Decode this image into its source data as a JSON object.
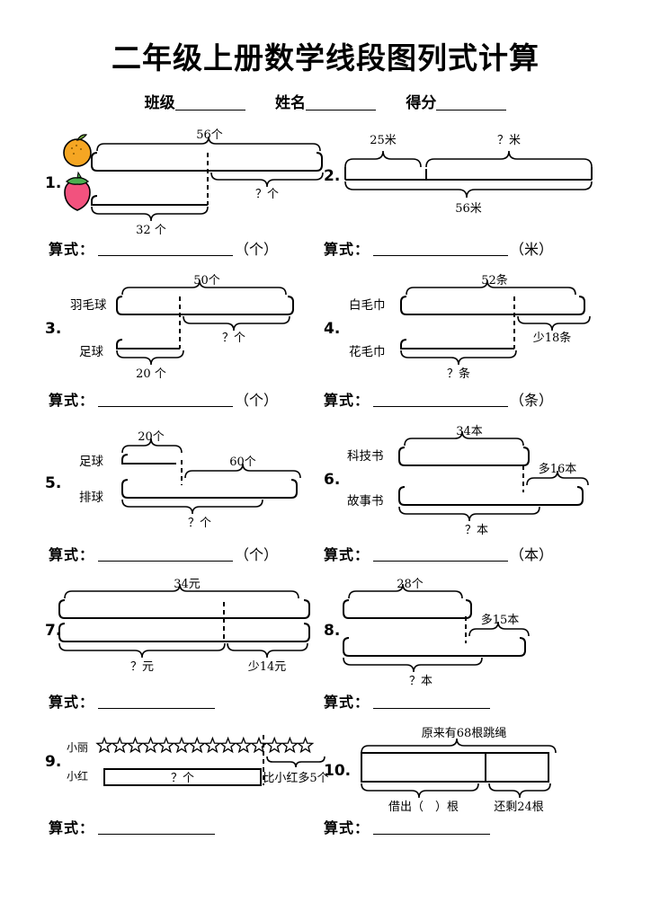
{
  "header": {
    "title": "二年级上册数学线段图列式计算",
    "fields": [
      {
        "label": "班级"
      },
      {
        "label": "姓名"
      },
      {
        "label": "得分"
      }
    ]
  },
  "answer_prefix": "算式：",
  "problems": [
    {
      "number": "1.",
      "icons": [
        "orange-icon",
        "strawberry-icon"
      ],
      "top_label": "56个",
      "right_label": "？个",
      "bottom_label": "32 个",
      "answer_unit": "（个）"
    },
    {
      "number": "2.",
      "left_label": "25米",
      "right_label": "？米",
      "bottom_label": "56米",
      "answer_unit": "（米）"
    },
    {
      "number": "3.",
      "row1_name": "羽毛球",
      "row2_name": "足球",
      "top_label": "50个",
      "right_label": "？个",
      "bottom_label": "20 个",
      "answer_unit": "（个）"
    },
    {
      "number": "4.",
      "row1_name": "白毛巾",
      "row2_name": "花毛巾",
      "top_label": "52条",
      "right_label": "少18条",
      "bottom_label": "？条",
      "answer_unit": "（条）"
    },
    {
      "number": "5.",
      "row1_name": "足球",
      "row2_name": "排球",
      "top_label": "20个",
      "right_label": "60个",
      "bottom_label": "？个",
      "answer_unit": "（个）"
    },
    {
      "number": "6.",
      "row1_name": "科技书",
      "row2_name": "故事书",
      "top_label": "34本",
      "right_label": "多16本",
      "bottom_label": "？本",
      "answer_unit": "（本）"
    },
    {
      "number": "7.",
      "top_label": "34元",
      "bottom_left_label": "？元",
      "bottom_right_label": "少14元",
      "answer_unit": ""
    },
    {
      "number": "8.",
      "top_label": "28个",
      "right_label": "多15本",
      "bottom_label": "？本",
      "answer_unit": ""
    },
    {
      "number": "9.",
      "row1_name": "小丽",
      "row2_name": "小红",
      "stars_total": 14,
      "stars_before_divider": 9,
      "box_label": "？个",
      "right_label": "比小红多5个",
      "answer_unit": ""
    },
    {
      "number": "10.",
      "top_label": "原来有68根跳绳",
      "bottom_left_label": "借出（　）根",
      "bottom_right_label": "还剩24根",
      "answer_unit": ""
    }
  ]
}
